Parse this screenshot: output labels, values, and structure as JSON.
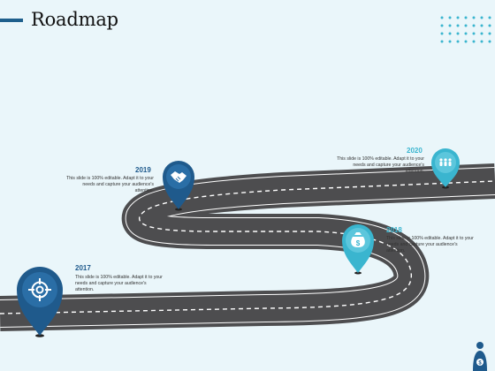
{
  "title": "Roadmap",
  "colors": {
    "background": "#eaf6fa",
    "dark_blue": "#1f5a8c",
    "light_teal": "#3ab5cf",
    "road": "#4d4d4f",
    "accent_bar": "#1e5f8c"
  },
  "milestones": [
    {
      "year": "2017",
      "text": "This slide is 100% editable. Adapt it to your needs and capture your audience's attention.",
      "icon": "target-icon"
    },
    {
      "year": "2018",
      "text": "This slide is 100% editable. Adapt it to your needs and capture your audience's attention.",
      "icon": "money-bag-icon"
    },
    {
      "year": "2019",
      "text": "This slide is 100% editable. Adapt it to your needs and capture your audience's attention.",
      "icon": "handshake-icon"
    },
    {
      "year": "2020",
      "text": "This slide is 100% editable. Adapt it to your needs and capture your audience's attention.",
      "icon": "team-icon"
    }
  ],
  "footer_icon": "person-dollar-icon"
}
